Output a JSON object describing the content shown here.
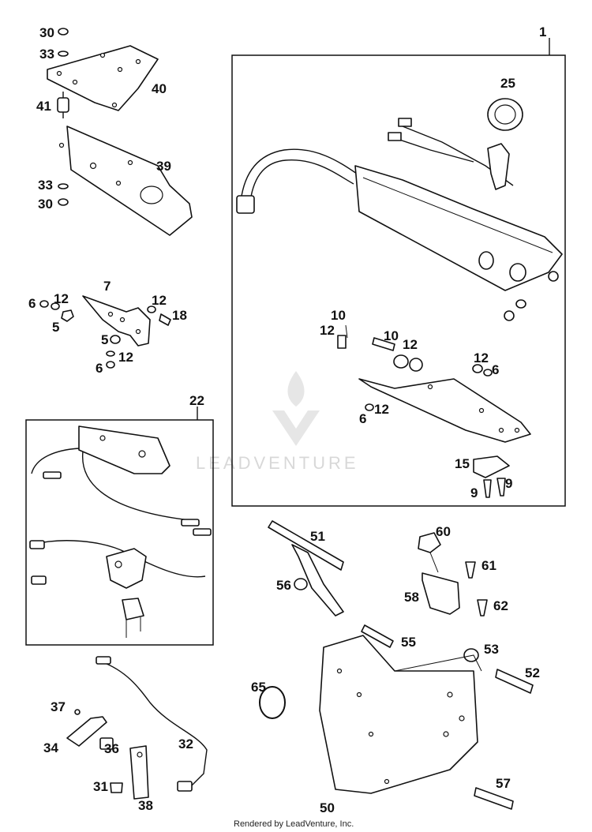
{
  "watermark": "LEADVENTURE",
  "footer": "Rendered by LeadVenture, Inc.",
  "callouts": {
    "c1": "1",
    "c5a": "5",
    "c5b": "5",
    "c6a": "6",
    "c6b": "6",
    "c6c": "6",
    "c6d": "6",
    "c7": "7",
    "c9a": "9",
    "c9b": "9",
    "c10a": "10",
    "c10b": "10",
    "c12a": "12",
    "c12b": "12",
    "c12c": "12",
    "c12d": "12",
    "c12e": "12",
    "c12f": "12",
    "c12g": "12",
    "c15": "15",
    "c18": "18",
    "c22": "22",
    "c25": "25",
    "c30a": "30",
    "c30b": "30",
    "c31": "31",
    "c32": "32",
    "c33a": "33",
    "c33b": "33",
    "c34": "34",
    "c36": "36",
    "c37": "37",
    "c38": "38",
    "c39": "39",
    "c40": "40",
    "c41": "41",
    "c50": "50",
    "c51": "51",
    "c52": "52",
    "c53": "53",
    "c55": "55",
    "c56": "56",
    "c57": "57",
    "c58": "58",
    "c60": "60",
    "c61": "61",
    "c62": "62",
    "c65": "65"
  }
}
